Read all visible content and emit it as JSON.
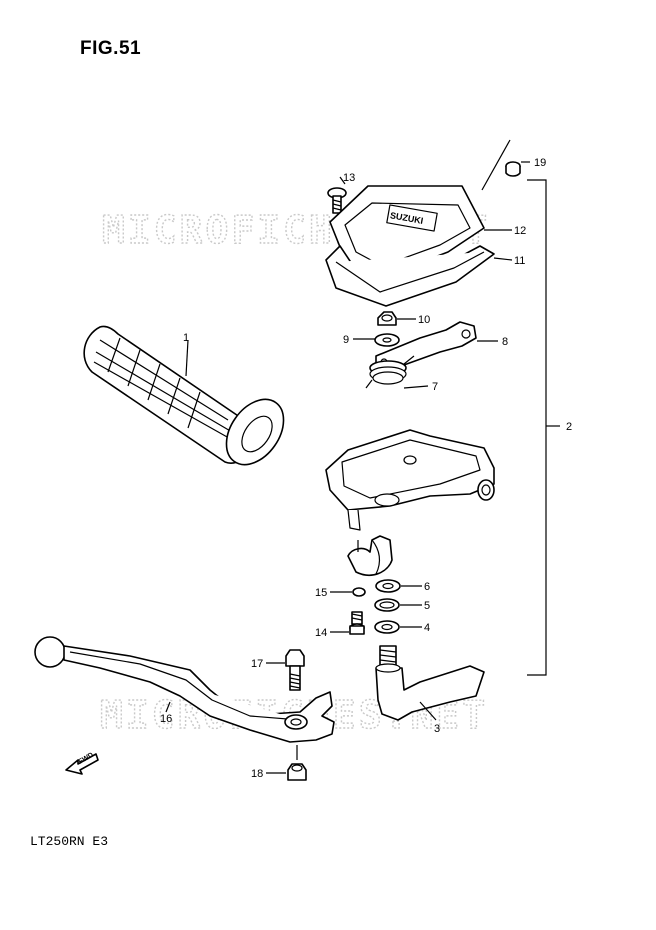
{
  "figure": {
    "title": "FIG.51",
    "model": "LT250RN  E3"
  },
  "watermark": "MICROFICHES.NET",
  "brand_mark": "SUZUKI",
  "fwd_mark": "FWD",
  "callouts": [
    {
      "id": "c1",
      "label": "1"
    },
    {
      "id": "c2",
      "label": "2"
    },
    {
      "id": "c3",
      "label": "3"
    },
    {
      "id": "c4",
      "label": "4"
    },
    {
      "id": "c5",
      "label": "5"
    },
    {
      "id": "c6",
      "label": "6"
    },
    {
      "id": "c7",
      "label": "7"
    },
    {
      "id": "c8",
      "label": "8"
    },
    {
      "id": "c9",
      "label": "9"
    },
    {
      "id": "c10",
      "label": "10"
    },
    {
      "id": "c11",
      "label": "11"
    },
    {
      "id": "c12",
      "label": "12"
    },
    {
      "id": "c13",
      "label": "13"
    },
    {
      "id": "c14",
      "label": "14"
    },
    {
      "id": "c15",
      "label": "15"
    },
    {
      "id": "c16",
      "label": "16"
    },
    {
      "id": "c17",
      "label": "17"
    },
    {
      "id": "c18",
      "label": "18"
    },
    {
      "id": "c19",
      "label": "19"
    }
  ]
}
